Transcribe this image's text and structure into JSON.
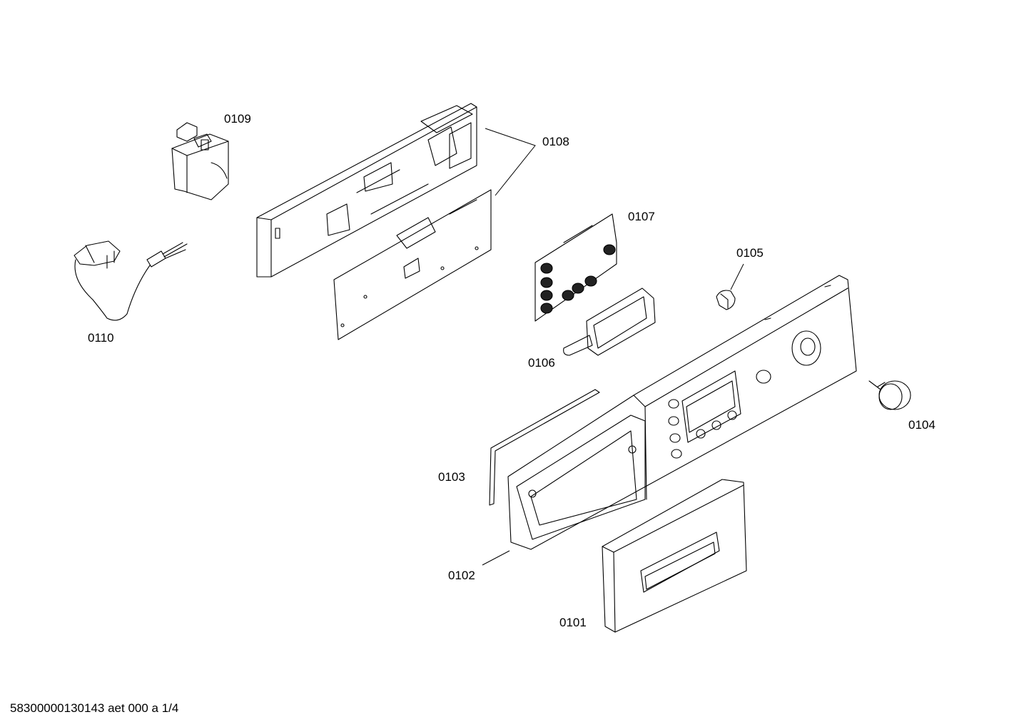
{
  "parts": [
    {
      "id": "0101",
      "name": "Handle / drawer front"
    },
    {
      "id": "0102",
      "name": "Control panel fascia"
    },
    {
      "id": "0103",
      "name": "Seal"
    },
    {
      "id": "0104",
      "name": "Knob"
    },
    {
      "id": "0105",
      "name": "Button"
    },
    {
      "id": "0106",
      "name": "Display"
    },
    {
      "id": "0107",
      "name": "Control module"
    },
    {
      "id": "0108",
      "name": "Module housing and board"
    },
    {
      "id": "0109",
      "name": "Interference suppression filter"
    },
    {
      "id": "0110",
      "name": "Mains cable"
    }
  ],
  "labels": {
    "p0101": "0101",
    "p0102": "0102",
    "p0103": "0103",
    "p0104": "0104",
    "p0105": "0105",
    "p0106": "0106",
    "p0107": "0107",
    "p0108": "0108",
    "p0109": "0109",
    "p0110": "0110"
  },
  "footer": "58300000130143 aet 000 a 1/4"
}
